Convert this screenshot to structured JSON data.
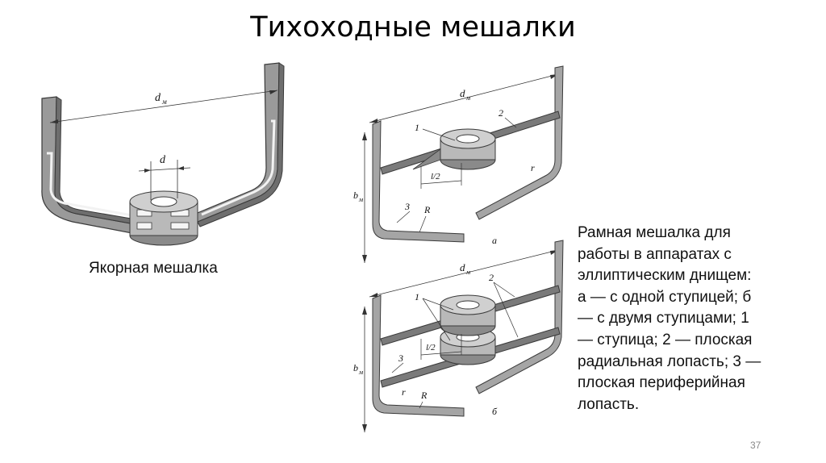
{
  "title": "Тихоходные мешалки",
  "anchor_caption": "Якорная мешалка",
  "anchor_labels": {
    "d_main": "d",
    "d_sub": "м",
    "d_hub": "d"
  },
  "frame_labels": {
    "dm_main": "d",
    "dm_sub": "м",
    "bm_main": "b",
    "bm_sub": "м",
    "n1": "1",
    "n2": "2",
    "n3": "3",
    "half_l": "l/2",
    "r": "r",
    "R": "R",
    "a": "а",
    "b": "б"
  },
  "description_lines": [
    "Рамная мешалка для",
    "работы в аппаратах с",
    "эллиптическим днищем:",
    "а — с одной ступицей; б",
    "— с двумя ступицами; 1",
    "— ступица; 2 — плоская",
    "радиальная лопасть; 3 —",
    "плоская периферийная",
    "лопасть."
  ],
  "page_number": "37",
  "colors": {
    "metal_light": "#b9b9b9",
    "metal_dark": "#6e6e6e",
    "outline": "#3a3a3a"
  }
}
